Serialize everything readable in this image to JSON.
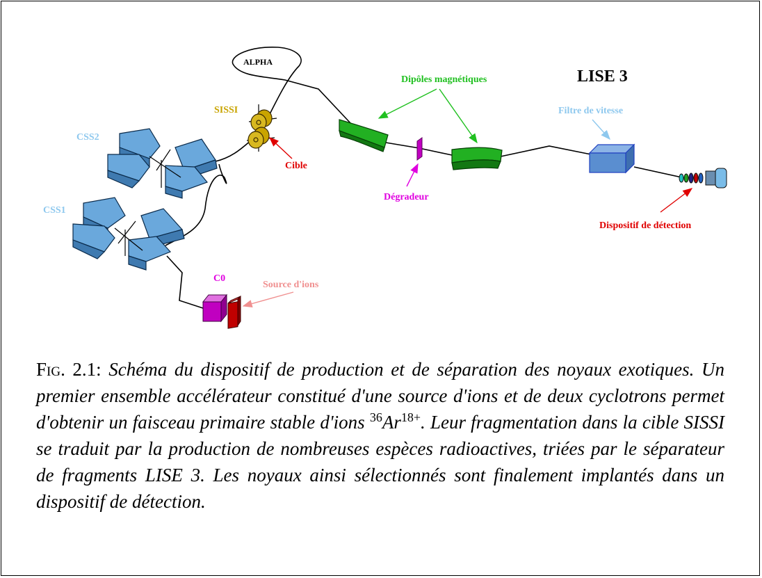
{
  "diagram": {
    "title": "LISE 3",
    "labels": {
      "alpha": "ALPHA",
      "sissi": "SISSI",
      "css2": "CSS2",
      "css1": "CSS1",
      "cible": "Cible",
      "c0": "C0",
      "source": "Source d'ions",
      "dipoles": "Dipôles magnétiques",
      "degradeur": "Dégradeur",
      "filtre": "Filtre de vitesse",
      "detection": "Dispositif de détection"
    },
    "colors": {
      "cyclotron": "#6aa8dc",
      "dipole": "#1a9a1a",
      "degradeur": "#c000c0",
      "c0": "#c000c0",
      "source": "#c00000",
      "sissi": "#c9a400",
      "filtre": "#5a8ed0",
      "blue_label": "#8ec8ee",
      "red_label": "#e00000",
      "green_label": "#20c020",
      "magenta_label": "#e000e0",
      "pink_label": "#f09090"
    }
  },
  "caption": {
    "fig_label": "Fig. 2.1:",
    "text_before": " Schéma du dispositif de production et de séparation des noyaux exotiques. Un premier ensemble accélérateur constitué d'une source d'ions et de deux cyclotrons permet d'obtenir un faisceau primaire stable d'ions ",
    "iso_mass": "36",
    "iso_elem": "Ar",
    "iso_charge": "18+",
    "text_after": ". Leur fragmentation dans la cible SISSI se traduit par la production de nombreuses espèces radioactives, triées par le séparateur de fragments LISE 3. Les noyaux ainsi sélectionnés sont finalement implantés dans un dispositif de détection."
  }
}
